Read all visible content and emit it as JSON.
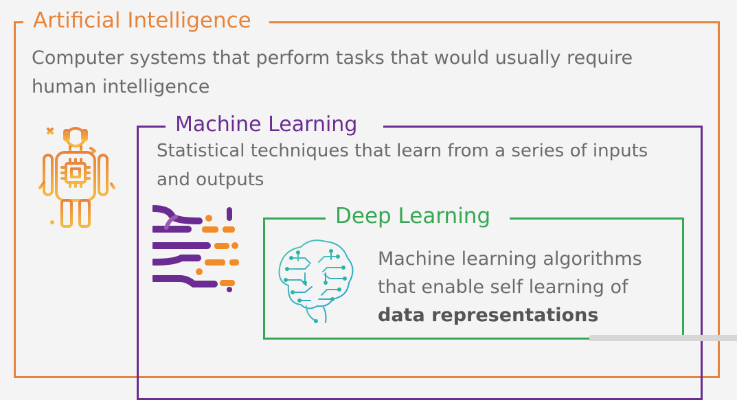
{
  "ai": {
    "title": "Artificial Intelligence",
    "description": "Computer systems that perform tasks that would usually require human intelligence",
    "icon": "robot-icon",
    "color": "#e8843a"
  },
  "ml": {
    "title": "Machine Learning",
    "description": "Statistical techniques that learn from a series of inputs and outputs",
    "icon": "data-stream-icon",
    "color": "#6a2c91"
  },
  "dl": {
    "title": "Deep Learning",
    "description_plain": "Machine learning algorithms that enable self learning of",
    "description_bold": "data representations",
    "icon": "circuit-brain-icon",
    "color": "#34a853"
  }
}
